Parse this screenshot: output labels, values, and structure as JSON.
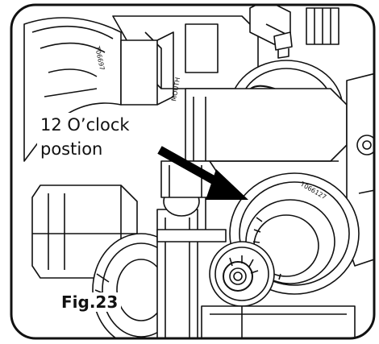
{
  "callout": {
    "line1": "12 O’clock",
    "line2": "postion"
  },
  "figure_label": "Fig.23",
  "printed_markings": {
    "left_housing": "T06697",
    "upper_dial": "MOUTH",
    "lower_dial": "T066127"
  },
  "colors": {
    "line": "#111111",
    "background": "#ffffff",
    "arrow": "#000000"
  }
}
